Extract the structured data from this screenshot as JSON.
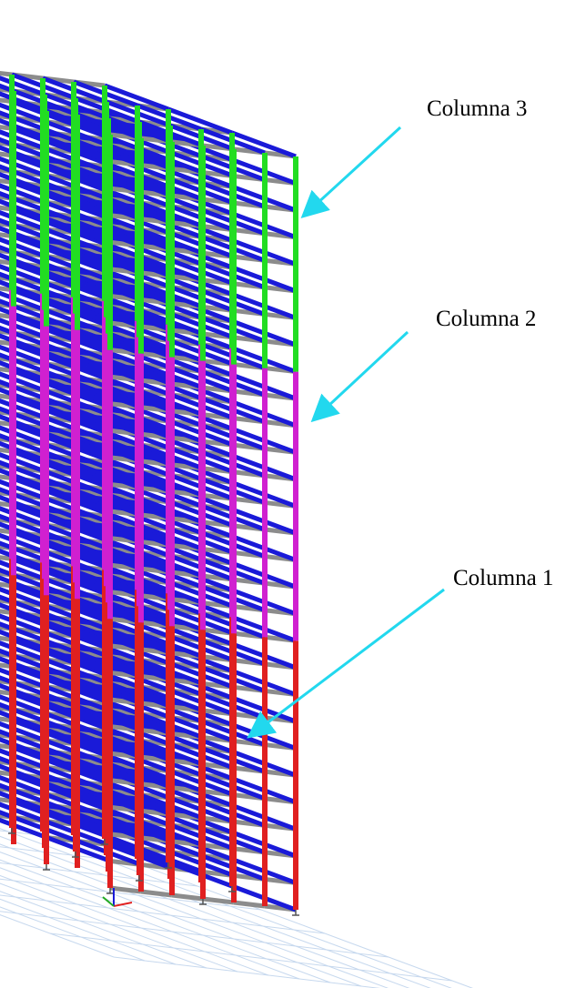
{
  "colors": {
    "column_group_1": "#e02020",
    "column_group_2": "#d020d0",
    "column_group_3": "#22dd22",
    "beam_x": "#8c8c8c",
    "beam_y": "#1a1ad8",
    "arrow": "#22d8ee",
    "ground_grid": "#c6d8ee"
  },
  "labels": [
    {
      "id": "column-3",
      "text": "Columna 3"
    },
    {
      "id": "column-2",
      "text": "Columna 2"
    },
    {
      "id": "column-1",
      "text": "Columna 1"
    }
  ],
  "structure": {
    "column_groups": [
      "column_group_1",
      "column_group_2",
      "column_group_3"
    ]
  }
}
